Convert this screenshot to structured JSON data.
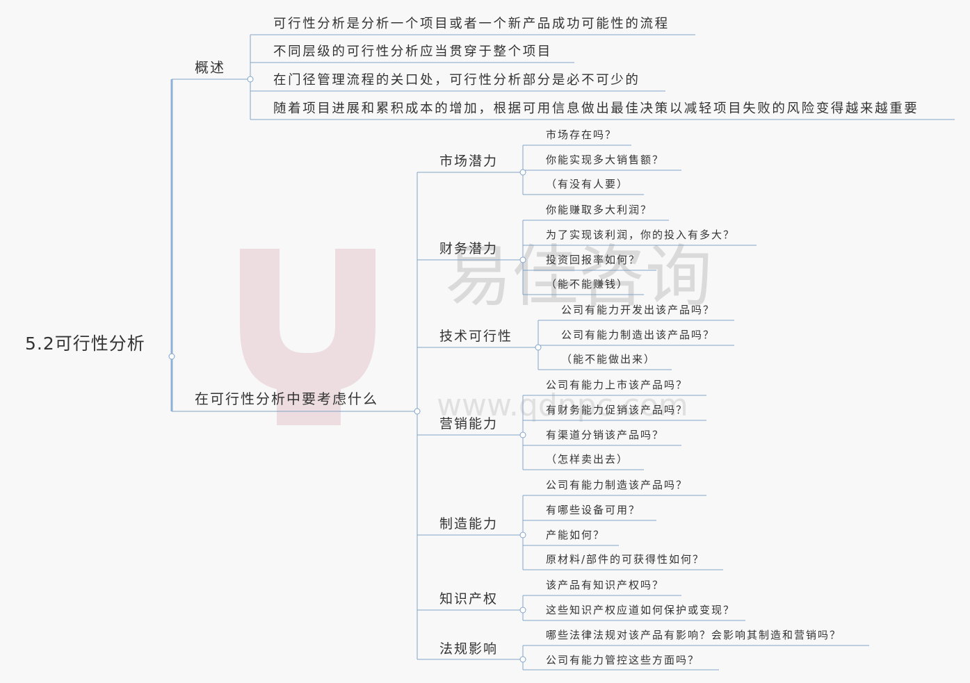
{
  "root": {
    "label": "5.2可行性分析"
  },
  "overview": {
    "label": "概述",
    "items": [
      "可行性分析是分析一个项目或者一个新产品成功可能性的流程",
      "不同层级的可行性分析应当贯穿于整个项目",
      "在门径管理流程的关口处，可行性分析部分是必不可少的",
      "随着项目进展和累积成本的增加，根据可用信息做出最佳决策以减轻项目失败的风险变得越来越重要"
    ]
  },
  "considerations": {
    "label": "在可行性分析中要考虑什么",
    "groups": [
      {
        "label": "市场潜力",
        "items": [
          "市场存在吗？",
          "你能实现多大销售额？",
          "（有没有人要）"
        ]
      },
      {
        "label": "财务潜力",
        "items": [
          "你能赚取多大利润？",
          "为了实现该利润，你的投入有多大？",
          "投资回报率如何？",
          "（能不能赚钱）"
        ]
      },
      {
        "label": "技术可行性",
        "items": [
          "公司有能力开发出该产品吗？",
          "公司有能力制造出该产品吗？",
          "（能不能做出来）"
        ]
      },
      {
        "label": "营销能力",
        "items": [
          "公司有能力上市该产品吗？",
          "有财务能力促销该产品吗？",
          "有渠道分销该产品吗？",
          "（怎样卖出去）"
        ]
      },
      {
        "label": "制造能力",
        "items": [
          "公司有能力制造该产品吗？",
          "有哪些设备可用？",
          "产能如何？",
          "原材料/部件的可获得性如何？"
        ]
      },
      {
        "label": "知识产权",
        "items": [
          "该产品有知识产权吗？",
          "这些知识产权应道如何保护或变现？"
        ]
      },
      {
        "label": "法规影响",
        "items": [
          "哪些法律法规对该产品有影响？会影响其制造和营销吗？",
          "公司有能力管控这些方面吗？"
        ]
      }
    ]
  },
  "watermark": {
    "text_cn": "易佳咨询",
    "text_url": "www.qdnpc.com",
    "color": "#e8c0c8"
  },
  "colors": {
    "line": "#7fa3c8",
    "trunk": "#8fb1d6",
    "background": "#f8f8f8",
    "text": "#333333"
  }
}
